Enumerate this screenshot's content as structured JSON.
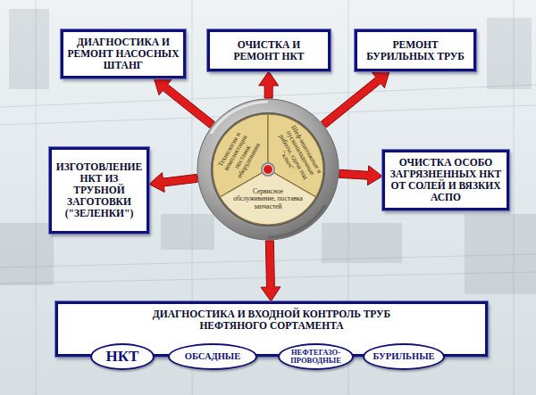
{
  "diagram": {
    "nodes": [
      {
        "text": [
          "ДИАГНОСТИКА И РЕМОНТ НАСОСНЫХ ШТАНГ"
        ]
      },
      {
        "text": [
          "ОЧИСТКА И РЕМОНТ НКТ"
        ]
      },
      {
        "text": [
          "РЕМОНТ БУРИЛЬНЫХ ТРУБ"
        ]
      },
      {
        "text": [
          "ИЗГОТОВЛЕНИЕ НКТ ИЗ ТРУБНОЙ ЗАГОТОВКИ (\"ЗЕЛЕНКИ\")"
        ]
      },
      {
        "text": [
          "Технология и комплектация поставок оборудования"
        ]
      },
      {
        "text": [
          "Шеф-монтажные и пусконаладочные работы, сдача под \"ключ\""
        ]
      },
      {
        "text": [
          "Сервисное обслуживание, поставка запчастей"
        ]
      },
      {
        "text": [
          "ОЧИСТКА ОСОБО ЗАГРЯЗНЕННЫХ НКТ ОТ СОЛЕЙ И ВЯЗКИХ АСПО"
        ]
      },
      {
        "text": [
          "ДИАГНОСТИКА И ВХОДНОЙ КОНТРОЛЬ ТРУБ НЕФТЯНОГО СОРТАМЕНТА"
        ]
      },
      {
        "text": [
          "НКТ"
        ],
        "in": 8
      },
      {
        "text": [
          "ОБСАДНЫЕ"
        ],
        "in": 8
      },
      {
        "text": [
          "НЕФТЕГАЗО- ПРОВОДНЫЕ"
        ],
        "in": 8
      },
      {
        "text": [
          "БУРИЛЬНЫЕ"
        ],
        "in": 8
      }
    ],
    "edges": [
      {
        "from": 4,
        "to": 0,
        "arrow": "to"
      },
      {
        "from": 4,
        "to": 1,
        "arrow": "to"
      },
      {
        "from": 5,
        "to": 2,
        "arrow": "to"
      },
      {
        "from": 4,
        "to": 3,
        "arrow": "to"
      },
      {
        "from": 5,
        "to": 7,
        "arrow": "to"
      },
      {
        "from": 6,
        "to": 8,
        "arrow": "to"
      }
    ]
  }
}
